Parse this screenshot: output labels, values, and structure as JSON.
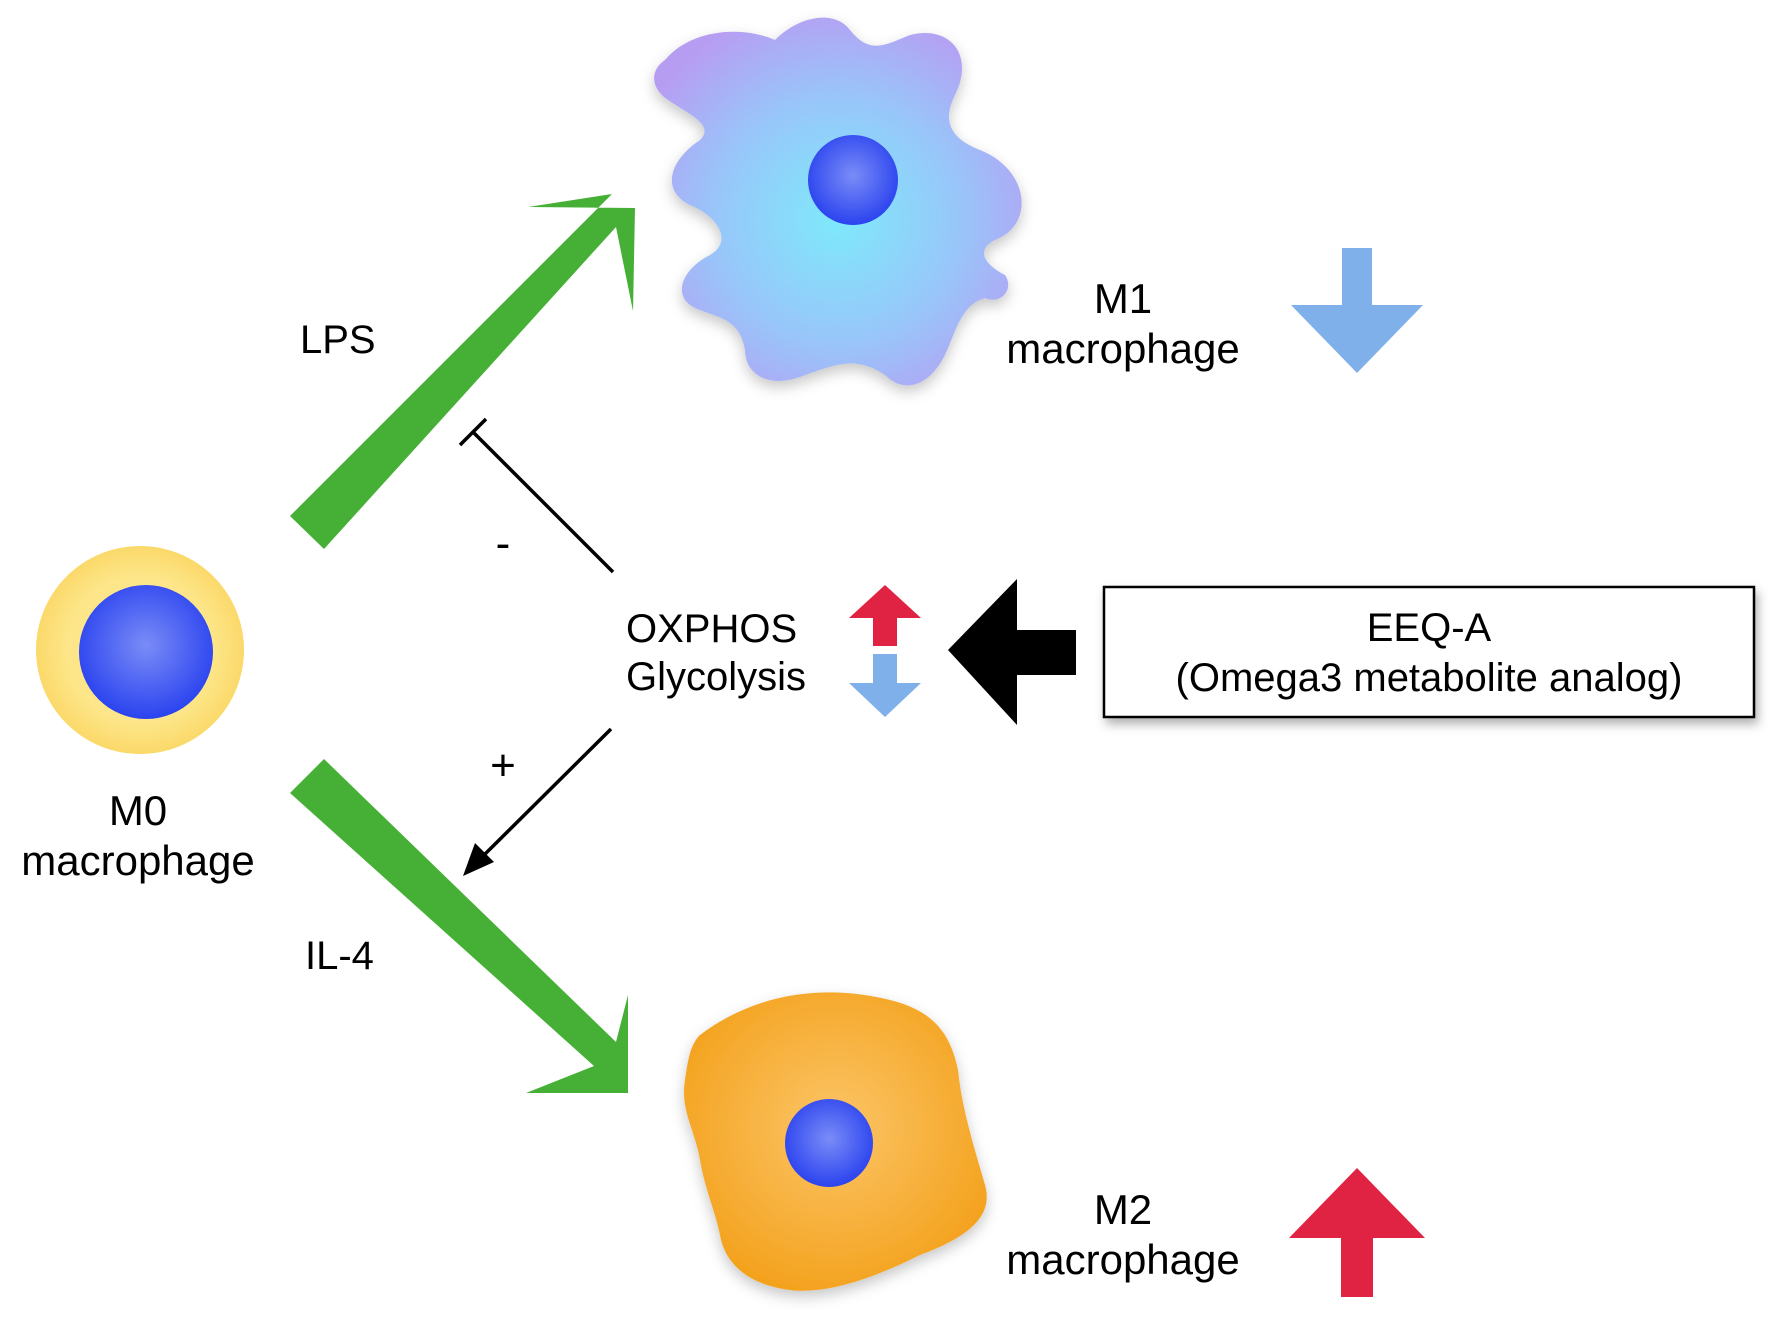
{
  "cells": {
    "m0": {
      "line1": "M0",
      "line2": "macrophage"
    },
    "m1": {
      "line1": "M1",
      "line2": "macrophage"
    },
    "m2": {
      "line1": "M2",
      "line2": "macrophage"
    }
  },
  "stimuli": {
    "lps": "LPS",
    "il4": "IL-4"
  },
  "effects": {
    "inhibit_sign": "-",
    "promote_sign": "+"
  },
  "metabolism": {
    "oxphos": "OXPHOS",
    "glycolysis": "Glycolysis"
  },
  "compound": {
    "name": "EEQ-A",
    "description": "(Omega3 metabolite analog)"
  },
  "colors": {
    "pathway_arrow": "#45b035",
    "up_arrow": "#e02342",
    "down_arrow": "#7fb0ea",
    "nucleus": "#3a52f0",
    "m0_cytoplasm": "#fde27f",
    "m1_cytoplasm": "#8fd8fa",
    "m2_cytoplasm": "#f7a92e",
    "compound_arrow": "#000000"
  }
}
